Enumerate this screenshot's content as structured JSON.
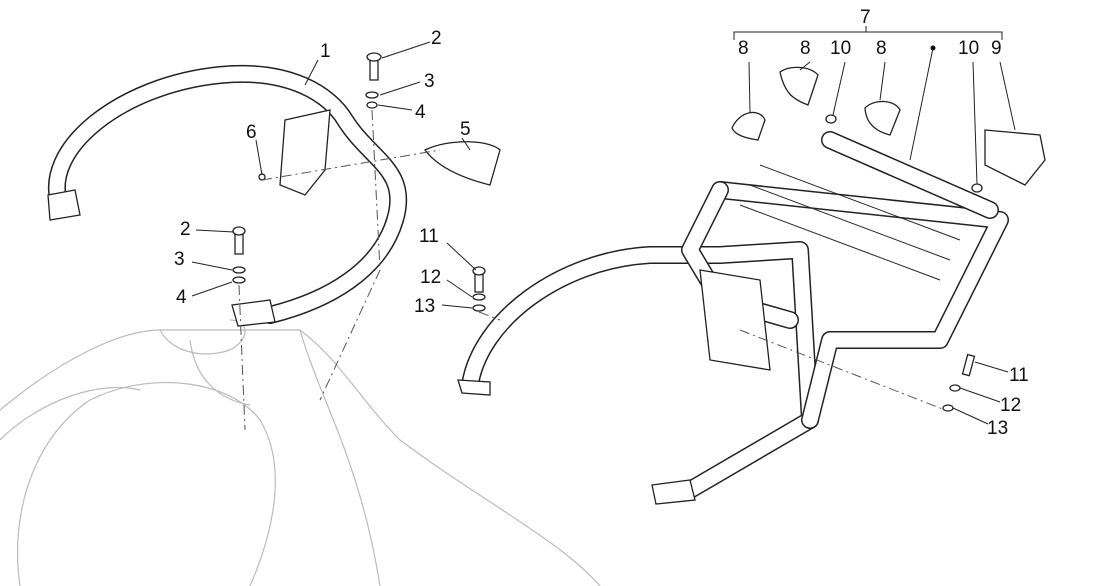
{
  "diagram": {
    "title": "Rear luggage rack exploded parts diagram",
    "callouts": [
      {
        "id": "c1",
        "label": "1"
      },
      {
        "id": "c2a",
        "label": "2"
      },
      {
        "id": "c3a",
        "label": "3"
      },
      {
        "id": "c4a",
        "label": "4"
      },
      {
        "id": "c5",
        "label": "5"
      },
      {
        "id": "c6",
        "label": "6"
      },
      {
        "id": "c2b",
        "label": "2"
      },
      {
        "id": "c3b",
        "label": "3"
      },
      {
        "id": "c4b",
        "label": "4"
      },
      {
        "id": "c11a",
        "label": "11"
      },
      {
        "id": "c12a",
        "label": "12"
      },
      {
        "id": "c13a",
        "label": "13"
      },
      {
        "id": "c7",
        "label": "7"
      },
      {
        "id": "c8a",
        "label": "8"
      },
      {
        "id": "c8b",
        "label": "8"
      },
      {
        "id": "c10a",
        "label": "10"
      },
      {
        "id": "c8c",
        "label": "8"
      },
      {
        "id": "c10b",
        "label": "10"
      },
      {
        "id": "c9",
        "label": "9"
      },
      {
        "id": "c11b",
        "label": "11"
      },
      {
        "id": "c12b",
        "label": "12"
      },
      {
        "id": "c13b",
        "label": "13"
      }
    ]
  }
}
